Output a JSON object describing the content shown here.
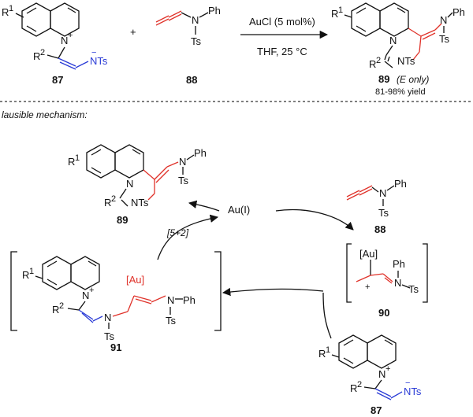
{
  "reaction": {
    "reactant1": {
      "label": "87",
      "r1": "R",
      "r1sup": "1",
      "r2": "R",
      "r2sup": "2",
      "ntsx": "NTs",
      "nplus": "N"
    },
    "reactant2": {
      "label": "88",
      "n": "N",
      "ph": "Ph",
      "ts": "Ts"
    },
    "plus": "+",
    "conditions_top": "AuCl (5 mol%)",
    "conditions_bottom": "THF, 25 °C",
    "product": {
      "label": "89",
      "label_note": "(E only)",
      "yield": "81-98% yield",
      "r1": "R",
      "r1sup": "1",
      "r2": "R",
      "r2sup": "2",
      "n": "N",
      "nts": "NTs",
      "ph": "Ph",
      "ts": "Ts"
    }
  },
  "mechanism": {
    "heading": "lausible mechanism:",
    "catalyst": "Au(I)",
    "step_label": "[5+2]",
    "intermediate90": {
      "label": "90",
      "au": "[Au]",
      "n": "N",
      "ph": "Ph",
      "ts": "Ts",
      "plus": "+"
    },
    "intermediate91": {
      "label": "91",
      "au": "[Au]",
      "n": "N",
      "ph": "Ph",
      "ts": "Ts",
      "r1": "R",
      "r1sup": "1",
      "r2": "R",
      "r2sup": "2",
      "nplus": "N",
      "plus": "+"
    },
    "product89": {
      "label": "89",
      "r1": "R",
      "r1sup": "1",
      "r2": "R",
      "r2sup": "2",
      "n": "N",
      "nts": "NTs",
      "ph": "Ph",
      "ts": "Ts"
    },
    "allenamide88": {
      "label": "88",
      "n": "N",
      "ph": "Ph",
      "ts": "Ts"
    },
    "ylide87": {
      "label": "87",
      "r1": "R",
      "r1sup": "1",
      "r2": "R",
      "r2sup": "2",
      "ntsx": "NTs",
      "nplus": "N"
    }
  },
  "colors": {
    "blue": "#2a3bd6",
    "red": "#e0322a",
    "black": "#111111"
  }
}
